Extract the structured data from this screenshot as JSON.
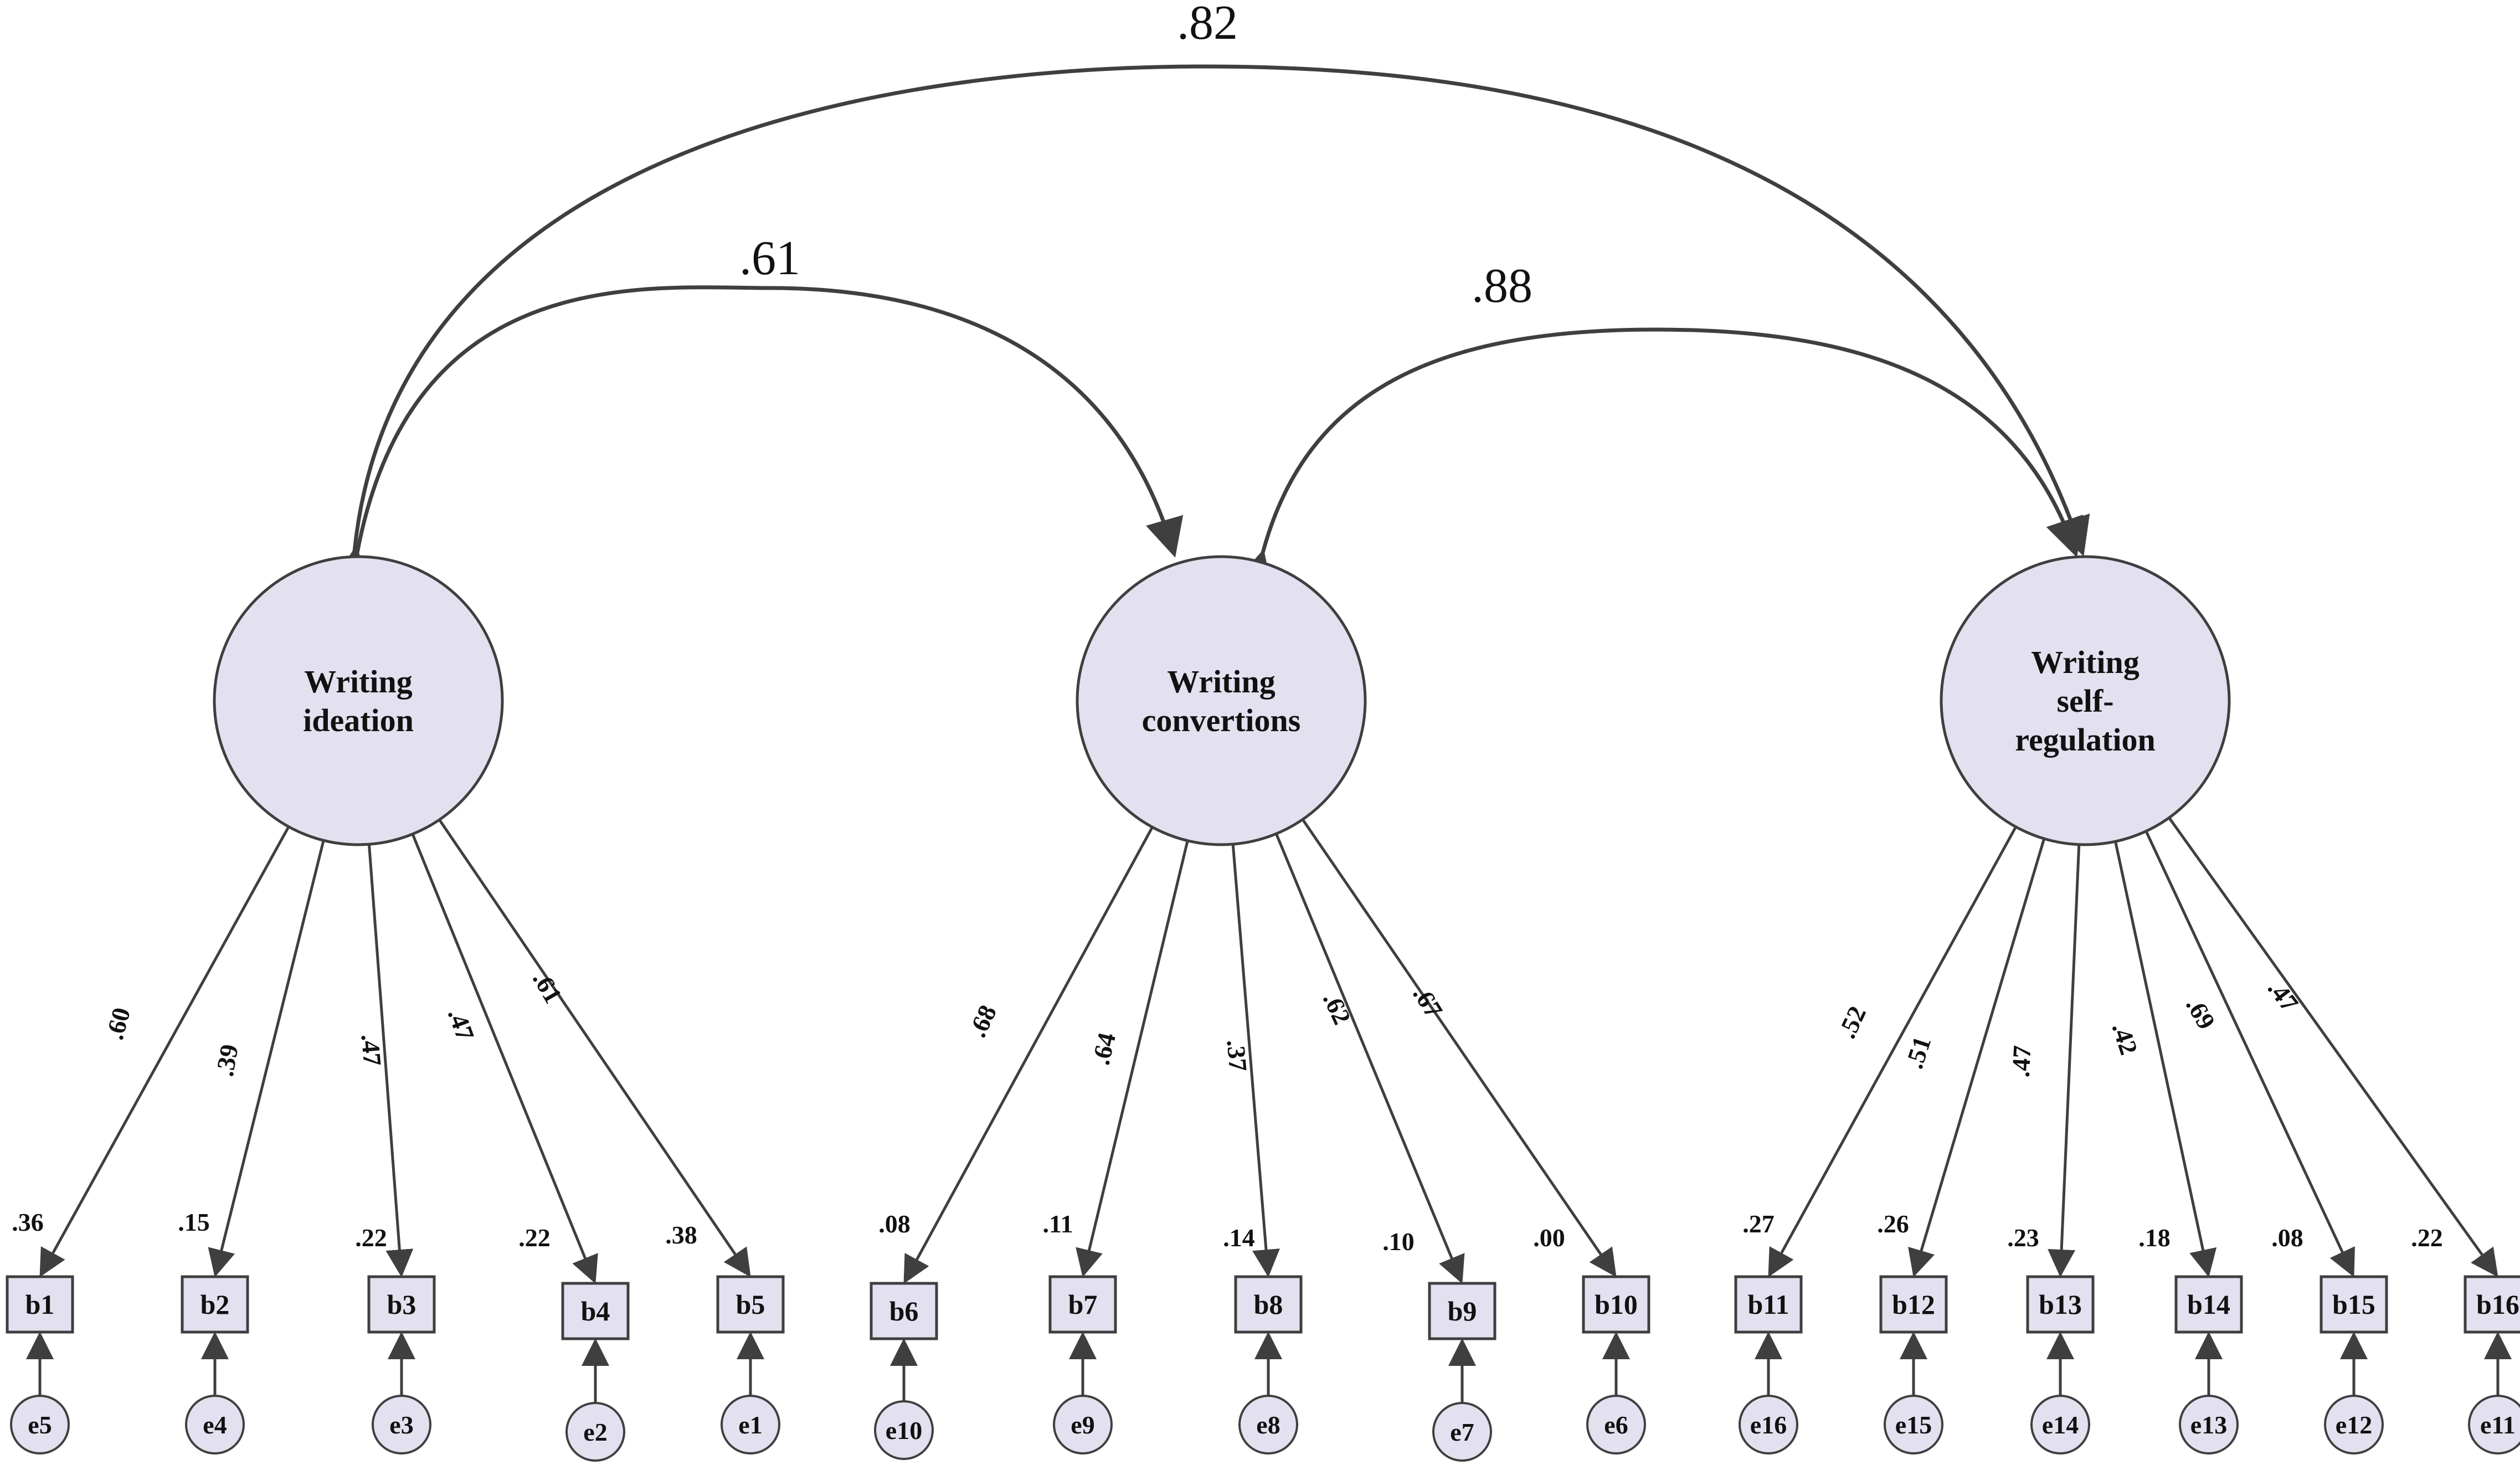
{
  "correlations": [
    {
      "from": "ideation",
      "to": "self_regulation",
      "value": ".82"
    },
    {
      "from": "ideation",
      "to": "conventions",
      "value": ".61"
    },
    {
      "from": "conventions",
      "to": "self_regulation",
      "value": ".88"
    }
  ],
  "latents": [
    {
      "id": "ideation",
      "lines": [
        "Writing",
        "ideation"
      ]
    },
    {
      "id": "conventions",
      "lines": [
        "Writing",
        "convertions"
      ]
    },
    {
      "id": "self_regulation",
      "lines": [
        "Writing",
        "self-",
        "regulation"
      ]
    }
  ],
  "indicators": [
    {
      "latent": "ideation",
      "label": "b1",
      "loading": ".60",
      "r2": ".36",
      "error": "e5"
    },
    {
      "latent": "ideation",
      "label": "b2",
      "loading": ".39",
      "r2": ".15",
      "error": "e4"
    },
    {
      "latent": "ideation",
      "label": "b3",
      "loading": ".47",
      "r2": ".22",
      "error": "e3"
    },
    {
      "latent": "ideation",
      "label": "b4",
      "loading": ".47",
      "r2": ".22",
      "error": "e2"
    },
    {
      "latent": "ideation",
      "label": "b5",
      "loading": ".61",
      "r2": ".38",
      "error": "e1"
    },
    {
      "latent": "conventions",
      "label": "b6",
      "loading": ".68",
      "r2": ".08",
      "error": "e10"
    },
    {
      "latent": "conventions",
      "label": "b7",
      "loading": ".64",
      "r2": ".11",
      "error": "e9"
    },
    {
      "latent": "conventions",
      "label": "b8",
      "loading": ".37",
      "r2": ".14",
      "error": "e8"
    },
    {
      "latent": "conventions",
      "label": "b9",
      "loading": ".62",
      "r2": ".10",
      "error": "e7"
    },
    {
      "latent": "conventions",
      "label": "b10",
      "loading": ".67",
      "r2": ".00",
      "error": "e6"
    },
    {
      "latent": "self_regulation",
      "label": "b11",
      "loading": ".52",
      "r2": ".27",
      "error": "e16"
    },
    {
      "latent": "self_regulation",
      "label": "b12",
      "loading": ".51",
      "r2": ".26",
      "error": "e15"
    },
    {
      "latent": "self_regulation",
      "label": "b13",
      "loading": ".47",
      "r2": ".23",
      "error": "e14"
    },
    {
      "latent": "self_regulation",
      "label": "b14",
      "loading": ".42",
      "r2": ".18",
      "error": "e13"
    },
    {
      "latent": "self_regulation",
      "label": "b15",
      "loading": ".69",
      "r2": ".08",
      "error": "e12"
    },
    {
      "latent": "self_regulation",
      "label": "b16",
      "loading": ".47",
      "r2": ".22",
      "error": "e11"
    }
  ],
  "colors": {
    "node_fill": "#e3e1ef",
    "stroke": "#3f3f3f",
    "text": "#111111",
    "background": "#ffffff"
  }
}
